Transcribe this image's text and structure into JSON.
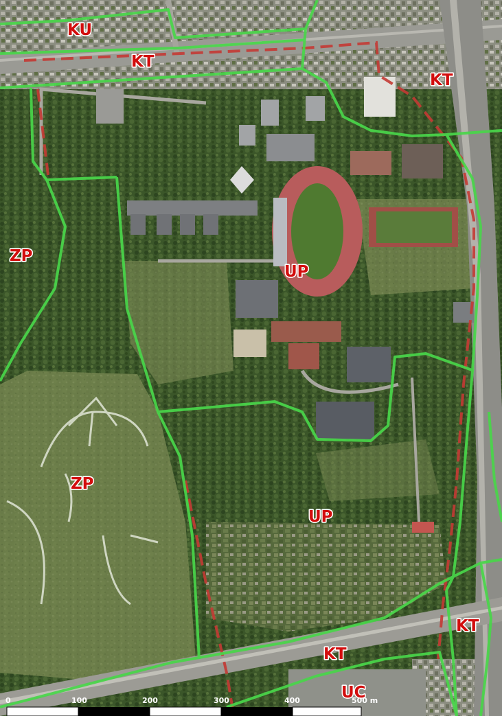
{
  "zones": [
    {
      "id": "ku-north",
      "code": "KU"
    },
    {
      "id": "kt-north",
      "code": "KT"
    },
    {
      "id": "kt-east",
      "code": "KT"
    },
    {
      "id": "zp-west",
      "code": "ZP"
    },
    {
      "id": "up-campus",
      "code": "UP"
    },
    {
      "id": "zp-park",
      "code": "ZP"
    },
    {
      "id": "up-south",
      "code": "UP"
    },
    {
      "id": "kt-southeast",
      "code": "KT"
    },
    {
      "id": "kt-south",
      "code": "KT"
    },
    {
      "id": "uc-south",
      "code": "UC"
    }
  ],
  "scale_bar": {
    "ticks": [
      "0",
      "100",
      "200",
      "300",
      "400",
      "500 m"
    ]
  },
  "colors": {
    "zone_boundary": "#49d64a",
    "plan_boundary_dashed": "#c43a34",
    "label_fill": "#d20d0d",
    "label_outline": "#ffffff",
    "vegetation": "#3f5a2b",
    "meadow": "#6f7f52",
    "track": "#b85c5c",
    "road": "#9a9a94"
  }
}
